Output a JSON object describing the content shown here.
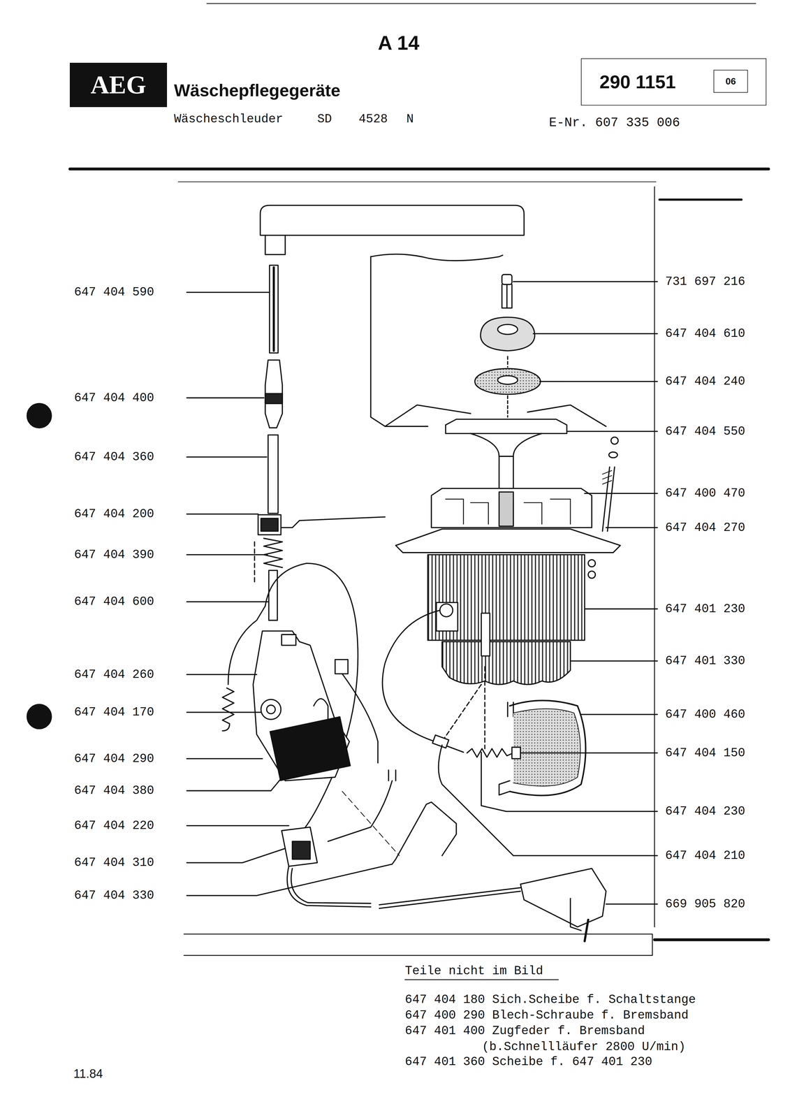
{
  "diagram": {
    "title": "Wäschepflegegeräte",
    "nodes": [
      {
        "text": [
          "AEG"
        ]
      },
      {
        "text": [
          "290 1151"
        ]
      },
      {
        "text": [
          "06"
        ],
        "in": 1
      }
    ],
    "labels": [
      "A 14",
      "Wäscheschleuder",
      "SD",
      "4528",
      "N",
      "E-Nr. 607 335 006",
      "647 404 590",
      "647 404 400",
      "647 404 360",
      "647 404 200",
      "647 404 390",
      "647 404 600",
      "647 404 260",
      "647 404 170",
      "647 404 290",
      "647 404 380",
      "647 404 220",
      "647 404 310",
      "647 404 330",
      "731 697 216",
      "647 404 610",
      "647 404 240",
      "647 404 550",
      "647 400 470",
      "647 404 270",
      "647 401 230",
      "647 401 330",
      "647 400 460",
      "647 404 150",
      "647 404 230",
      "647 404 210",
      "669 905 820",
      "Teile nicht im Bild",
      "647 404 180 Sich.Scheibe f. Schaltstange",
      "647 400 290 Blech-Schraube f. Bremsband",
      "647 401 400 Zugfeder f. Bremsband",
      "(b.Schnellläufer 2800 U/min)",
      "647 401 360 Scheibe f. 647 401 230",
      "11.84"
    ]
  }
}
